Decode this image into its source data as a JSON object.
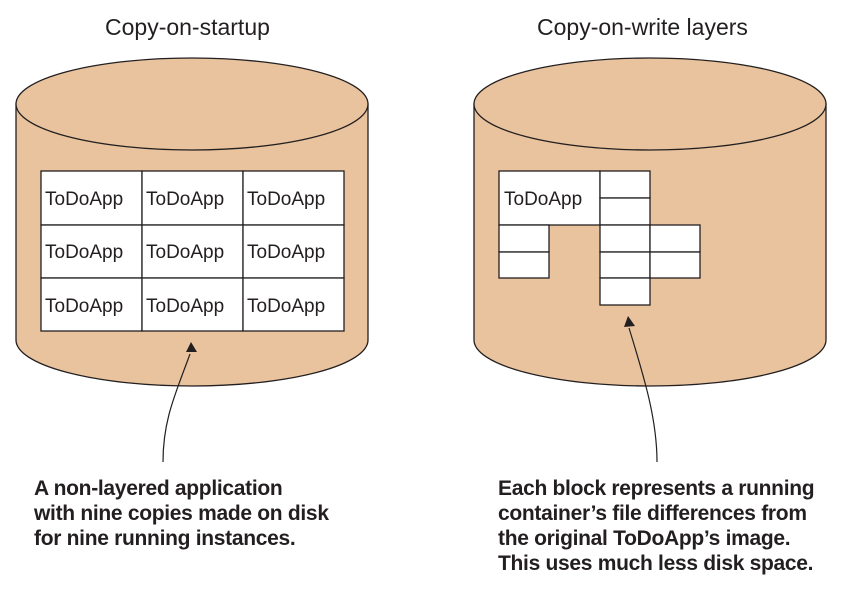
{
  "left_panel": {
    "title": "Copy-on-startup",
    "block_label": "ToDoApp",
    "caption_lines": [
      "A non-layered application",
      "with nine copies made on disk",
      "for nine running instances."
    ]
  },
  "right_panel": {
    "title": "Copy-on-write layers",
    "block_label": "ToDoApp",
    "caption_lines": [
      "Each block represents a running",
      "container’s file differences from",
      "the original ToDoApp’s image.",
      "This uses much less disk space."
    ]
  },
  "colors": {
    "disk_fill": "#e8c39e",
    "disk_stroke": "#231f20",
    "block_fill": "#ffffff"
  }
}
